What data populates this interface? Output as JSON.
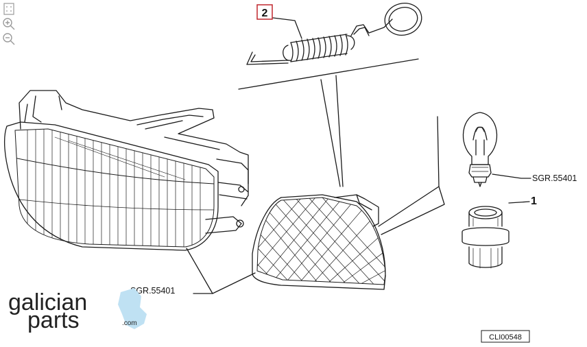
{
  "labels": {
    "callout_2": "2",
    "callout_1": "1",
    "sgr_bulb": "SGR.55401",
    "sgr_lamp": "SGR.55401",
    "drawing_code": "CLI00548"
  },
  "logo": {
    "line1": "galician",
    "line2": "parts",
    "suffix": ".com"
  },
  "colors": {
    "line": "#1a1a1a",
    "callout_border": "#c0262d",
    "icon": "#9a9a9a",
    "logo_text": "#222222",
    "logo_accent": "#bfe1f3"
  },
  "toolbar": {
    "icons": [
      "fit-page-icon",
      "zoom-in-icon",
      "zoom-out-icon"
    ]
  }
}
